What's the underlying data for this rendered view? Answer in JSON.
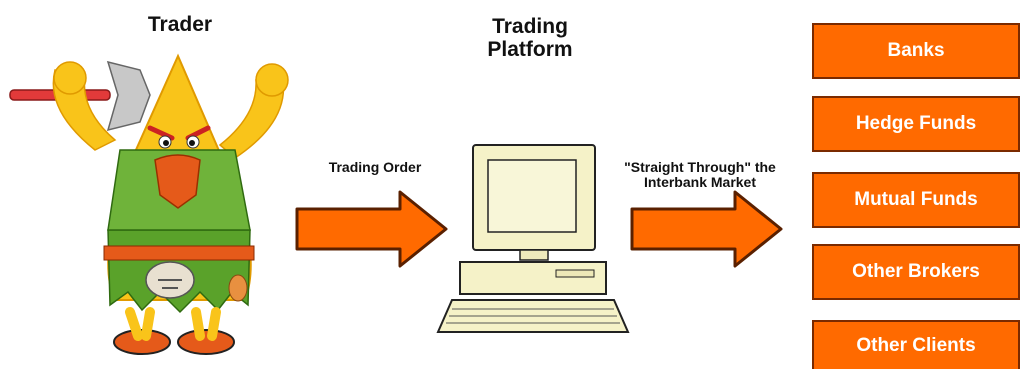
{
  "trader": {
    "title": "Trader"
  },
  "platform": {
    "title_line1": "Trading",
    "title_line2": "Platform"
  },
  "arrows": {
    "order_label": "Trading Order",
    "stp_label_line1": "\"Straight Through\" the",
    "stp_label_line2": "Interbank Market"
  },
  "targets": [
    "Banks",
    "Hedge Funds",
    "Mutual Funds",
    "Other Brokers",
    "Other Clients"
  ],
  "colors": {
    "accent": "#ff6a00",
    "accent_border": "#7a2a00",
    "character": "#f9c41a",
    "kilt": "#5aa22a"
  }
}
